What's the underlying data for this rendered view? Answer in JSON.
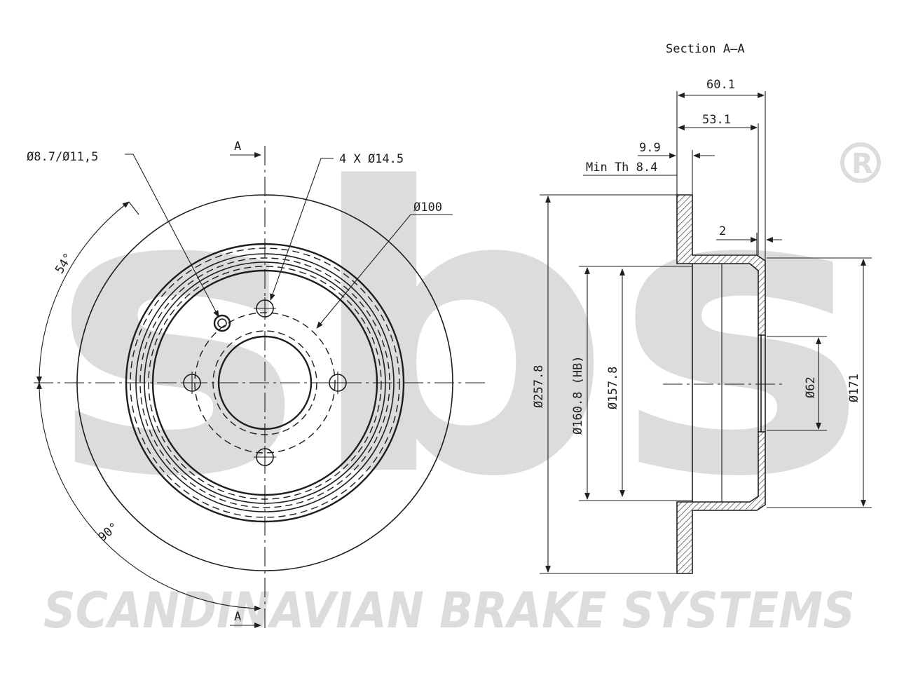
{
  "watermark": {
    "logo_text": "sbs",
    "registered_mark": "R",
    "company_name": "SCANDINAVIAN BRAKE SYSTEMS"
  },
  "front_view": {
    "hole_label": "Ø8.7/Ø11,5",
    "bolt_holes_label": "4 X Ø14.5",
    "pcd_label": "Ø100",
    "section_marker_top": "A",
    "section_marker_bottom": "A",
    "angle_top_label": "54°",
    "angle_bottom_label": "90°"
  },
  "section_view": {
    "title": "Section A–A",
    "overall_height_label": "60.1",
    "hat_height_label": "53.1",
    "disc_thickness_label": "9.9",
    "min_thickness_label": "Min Th 8.4",
    "flange_thickness_label": "2",
    "outer_diameter_label": "Ø257.8",
    "hub_bore_label": "Ø160.8 (HB)",
    "inner_diameter_label": "Ø157.8",
    "center_bore_label": "Ø62",
    "hat_diameter_label": "Ø171"
  },
  "colors": {
    "line": "#1e1e1e",
    "watermark": "#dcdcdc",
    "background": "#ffffff"
  }
}
